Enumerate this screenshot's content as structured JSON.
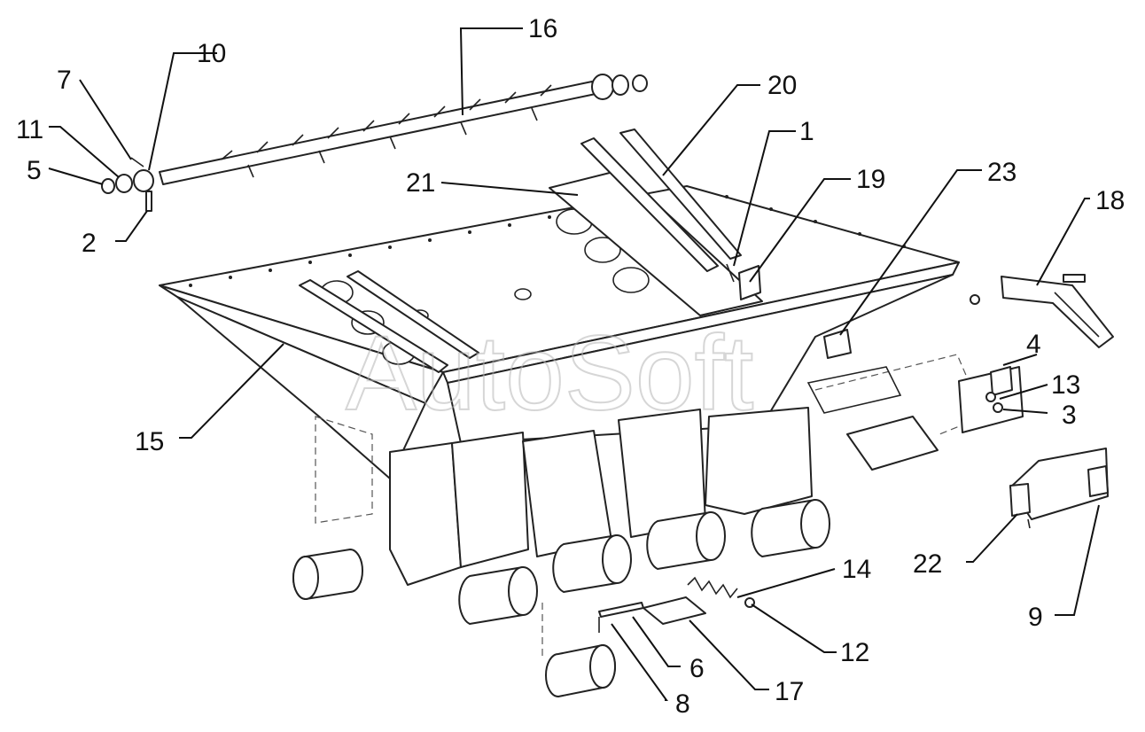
{
  "watermark": {
    "text": "AutoSoft"
  },
  "callouts": [
    {
      "id": "1",
      "label": "1"
    },
    {
      "id": "2",
      "label": "2"
    },
    {
      "id": "3",
      "label": "3"
    },
    {
      "id": "4",
      "label": "4"
    },
    {
      "id": "5",
      "label": "5"
    },
    {
      "id": "6",
      "label": "6"
    },
    {
      "id": "7",
      "label": "7"
    },
    {
      "id": "8",
      "label": "8"
    },
    {
      "id": "9",
      "label": "9"
    },
    {
      "id": "10",
      "label": "10"
    },
    {
      "id": "11",
      "label": "11"
    },
    {
      "id": "12",
      "label": "12"
    },
    {
      "id": "13",
      "label": "13"
    },
    {
      "id": "14",
      "label": "14"
    },
    {
      "id": "15",
      "label": "15"
    },
    {
      "id": "16",
      "label": "16"
    },
    {
      "id": "17",
      "label": "17"
    },
    {
      "id": "18",
      "label": "18"
    },
    {
      "id": "19",
      "label": "19"
    },
    {
      "id": "20",
      "label": "20"
    },
    {
      "id": "21",
      "label": "21"
    },
    {
      "id": "22",
      "label": "22"
    },
    {
      "id": "23",
      "label": "23"
    }
  ]
}
